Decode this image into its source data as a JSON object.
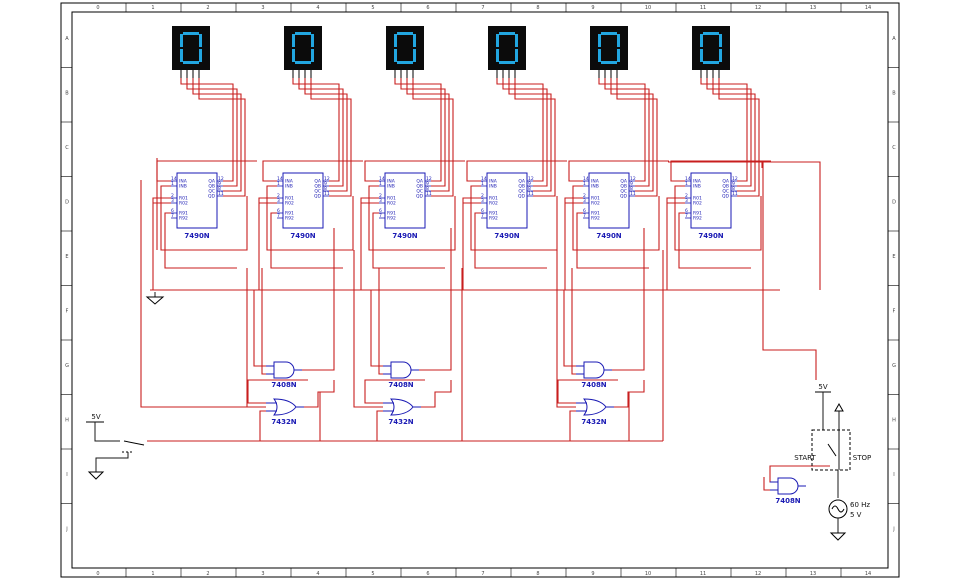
{
  "ruler": {
    "columns": [
      "0",
      "1",
      "2",
      "3",
      "4",
      "5",
      "6",
      "7",
      "8",
      "9",
      "10",
      "11",
      "12",
      "13",
      "14"
    ],
    "rows": [
      "A",
      "B",
      "C",
      "D",
      "E",
      "F",
      "G",
      "H",
      "I",
      "J"
    ]
  },
  "displays": [
    {
      "digit": "0"
    },
    {
      "digit": "0"
    },
    {
      "digit": "0"
    },
    {
      "digit": "0"
    },
    {
      "digit": "0"
    },
    {
      "digit": "0"
    }
  ],
  "counter_chip": {
    "part": "7490N",
    "pins_left": [
      "14",
      "1",
      "2",
      "3",
      "6",
      "7"
    ],
    "pin_names_left": [
      "INA",
      "INB",
      "R01",
      "R02",
      "R91",
      "R92"
    ],
    "pins_right": [
      "12",
      "9",
      "8",
      "11"
    ],
    "pin_names_right": [
      "QA",
      "QB",
      "QC",
      "QD"
    ]
  },
  "and_gate": {
    "part": "7408N"
  },
  "or_gate": {
    "part": "7432N"
  },
  "labels": {
    "supply": "5V",
    "start": "START",
    "stop": "STOP",
    "clock_freq": "60 Hz",
    "clock_amp": "5 V"
  },
  "colors": {
    "wire": "#c81e1e",
    "component": "#1a1ab4",
    "display_bg": "#0b0b0b",
    "segment": "#22a6e0"
  }
}
